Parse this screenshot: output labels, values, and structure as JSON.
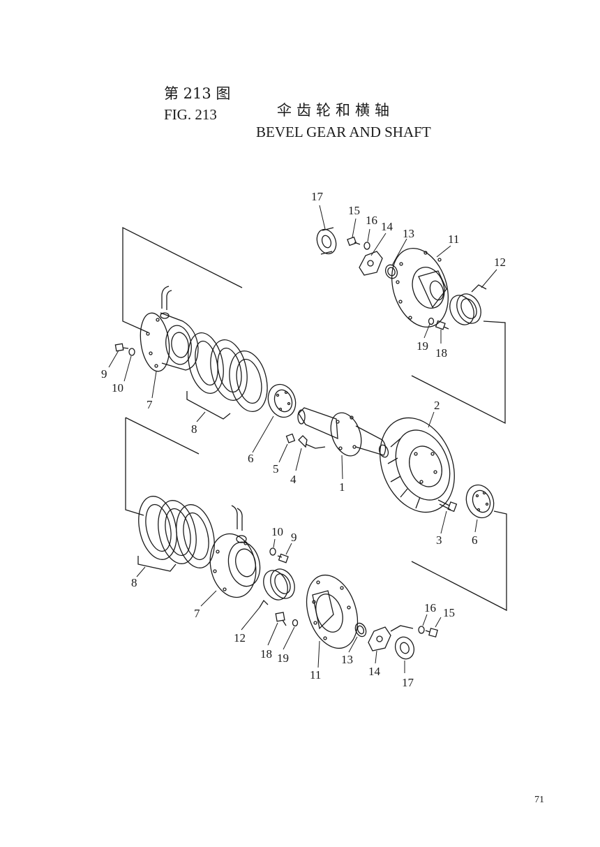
{
  "title": {
    "cn_fig": "第 213 图",
    "cn_name": "伞齿轮和横轴",
    "en_fig": "FIG. 213",
    "en_name": "BEVEL GEAR AND SHAFT"
  },
  "callouts": {
    "c1": "1",
    "c2": "2",
    "c3": "3",
    "c4": "4",
    "c5": "5",
    "c6a": "6",
    "c6b": "6",
    "c7a": "7",
    "c7b": "7",
    "c8a": "8",
    "c8b": "8",
    "c9a": "9",
    "c9b": "9",
    "c10a": "10",
    "c10b": "10",
    "c11a": "11",
    "c11b": "11",
    "c12a": "12",
    "c12b": "12",
    "c13a": "13",
    "c13b": "13",
    "c14a": "14",
    "c14b": "14",
    "c15a": "15",
    "c15b": "15",
    "c16a": "16",
    "c16b": "16",
    "c17a": "17",
    "c17b": "17",
    "c18a": "18",
    "c18b": "18",
    "c19a": "19",
    "c19b": "19"
  },
  "page_number": "71"
}
